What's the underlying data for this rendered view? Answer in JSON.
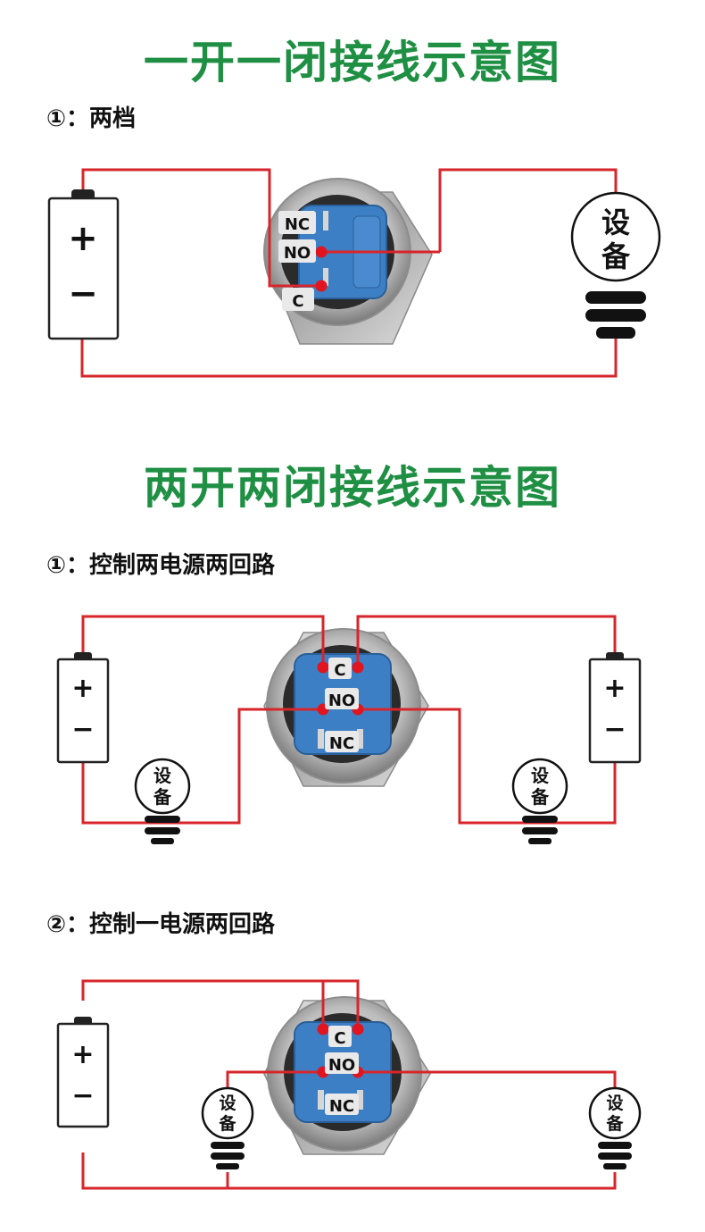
{
  "titles": {
    "one_open_one_close": "一开一闭接线示意图",
    "two_open_two_close": "两开两闭接线示意图"
  },
  "subtitles": {
    "d1": "①：两档",
    "d2": "①：控制两电源两回路",
    "d3": "②：控制一电源两回路"
  },
  "battery": {
    "plus": "+",
    "minus": "−"
  },
  "device": {
    "char1": "设",
    "char2": "备"
  },
  "terminals": {
    "nc": "NC",
    "no": "NO",
    "c": "C"
  },
  "colors": {
    "title_green": "#1e8f43",
    "wire_red": "#d7262b",
    "switch_blue": "#3d7fc4"
  }
}
